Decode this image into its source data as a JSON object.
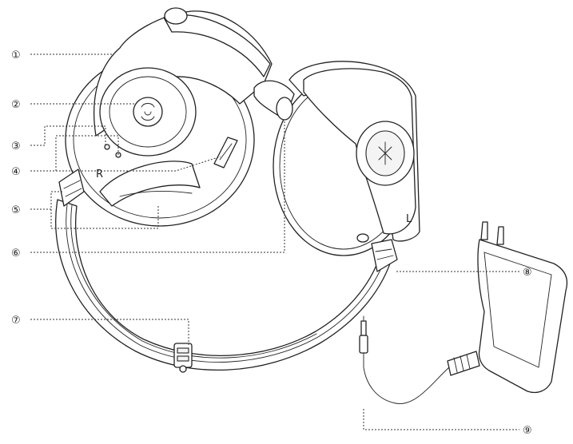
{
  "callouts": [
    {
      "id": 1,
      "glyph": "①"
    },
    {
      "id": 2,
      "glyph": "②"
    },
    {
      "id": 3,
      "glyph": "③"
    },
    {
      "id": 4,
      "glyph": "④"
    },
    {
      "id": 5,
      "glyph": "⑤"
    },
    {
      "id": 6,
      "glyph": "⑥"
    },
    {
      "id": 7,
      "glyph": "⑦"
    },
    {
      "id": 8,
      "glyph": "⑧"
    },
    {
      "id": 9,
      "glyph": "⑨"
    }
  ],
  "earcups": {
    "right_letter": "R",
    "left_letter": "L"
  },
  "colors": {
    "ink": "#222222",
    "background": "#ffffff"
  }
}
